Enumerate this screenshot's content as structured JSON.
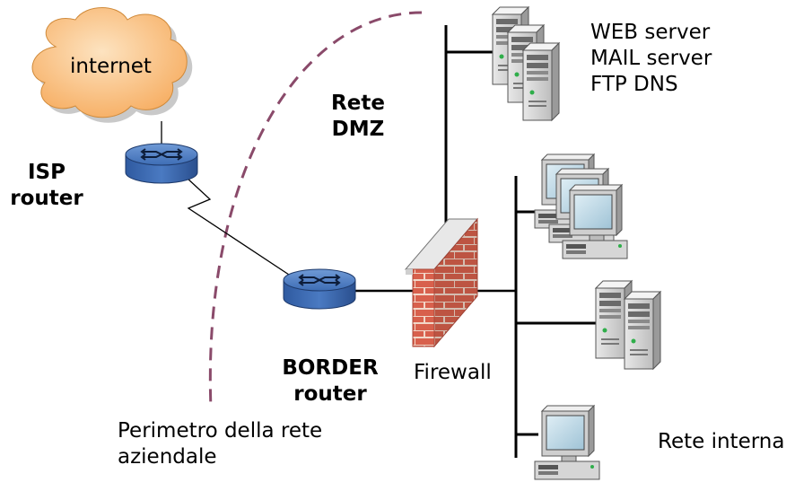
{
  "nodes": {
    "internet": {
      "label": "internet"
    },
    "isp_router": {
      "line1": "ISP",
      "line2": "router"
    },
    "border_router": {
      "line1": "BORDER",
      "line2": "router"
    },
    "firewall": {
      "label": "Firewall"
    },
    "dmz": {
      "line1": "Rete",
      "line2": "DMZ"
    },
    "dmz_servers": {
      "line1": "WEB server",
      "line2": "MAIL server",
      "line3": "FTP DNS"
    },
    "internal_network": {
      "label": "Rete interna"
    },
    "perimeter": {
      "line1": "Perimetro della rete",
      "line2": "aziendale"
    }
  },
  "colors": {
    "cloud": "#f9c07e",
    "router": "#3f6fb8",
    "brick": "#d65b4a",
    "perimeter": "#8a4a6a",
    "line": "#000000"
  }
}
